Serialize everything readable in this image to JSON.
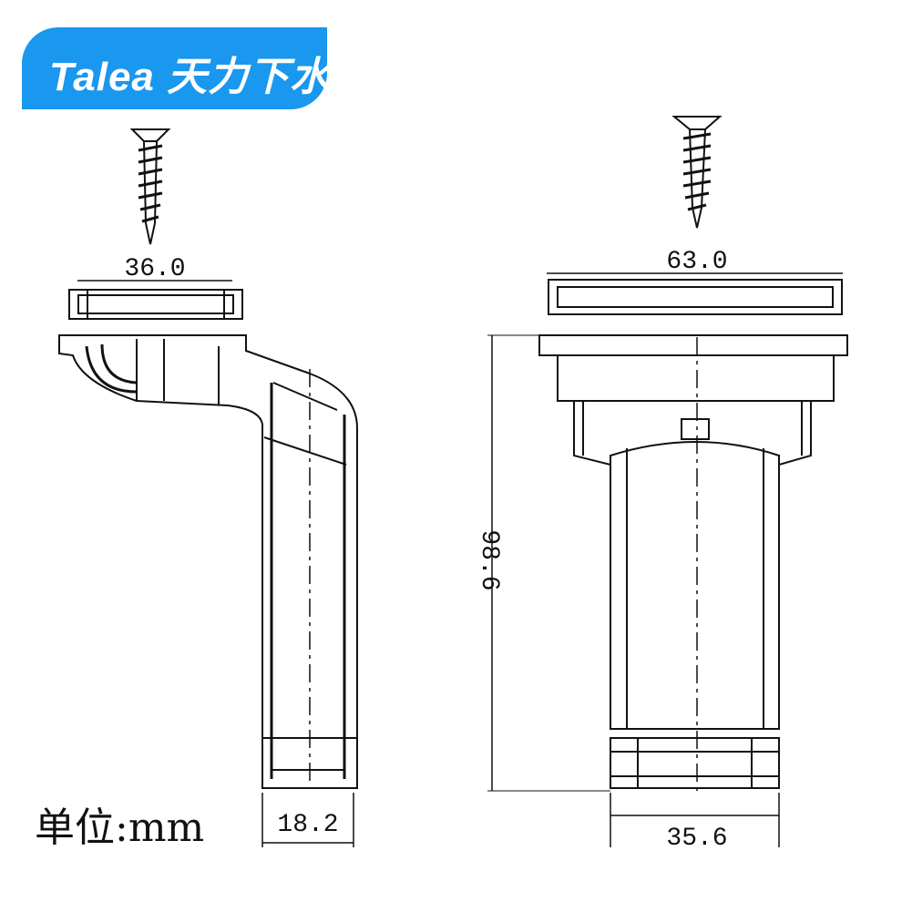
{
  "logo": {
    "text": "Talea 天力下水",
    "brand_color": "#1a97ee"
  },
  "dimensions": {
    "left_cap_width": "36.0",
    "left_pipe_width": "18.2",
    "right_cap_width": "63.0",
    "right_height": "98.6",
    "right_bottom_width": "35.6"
  },
  "unit_label": "单位:mm"
}
